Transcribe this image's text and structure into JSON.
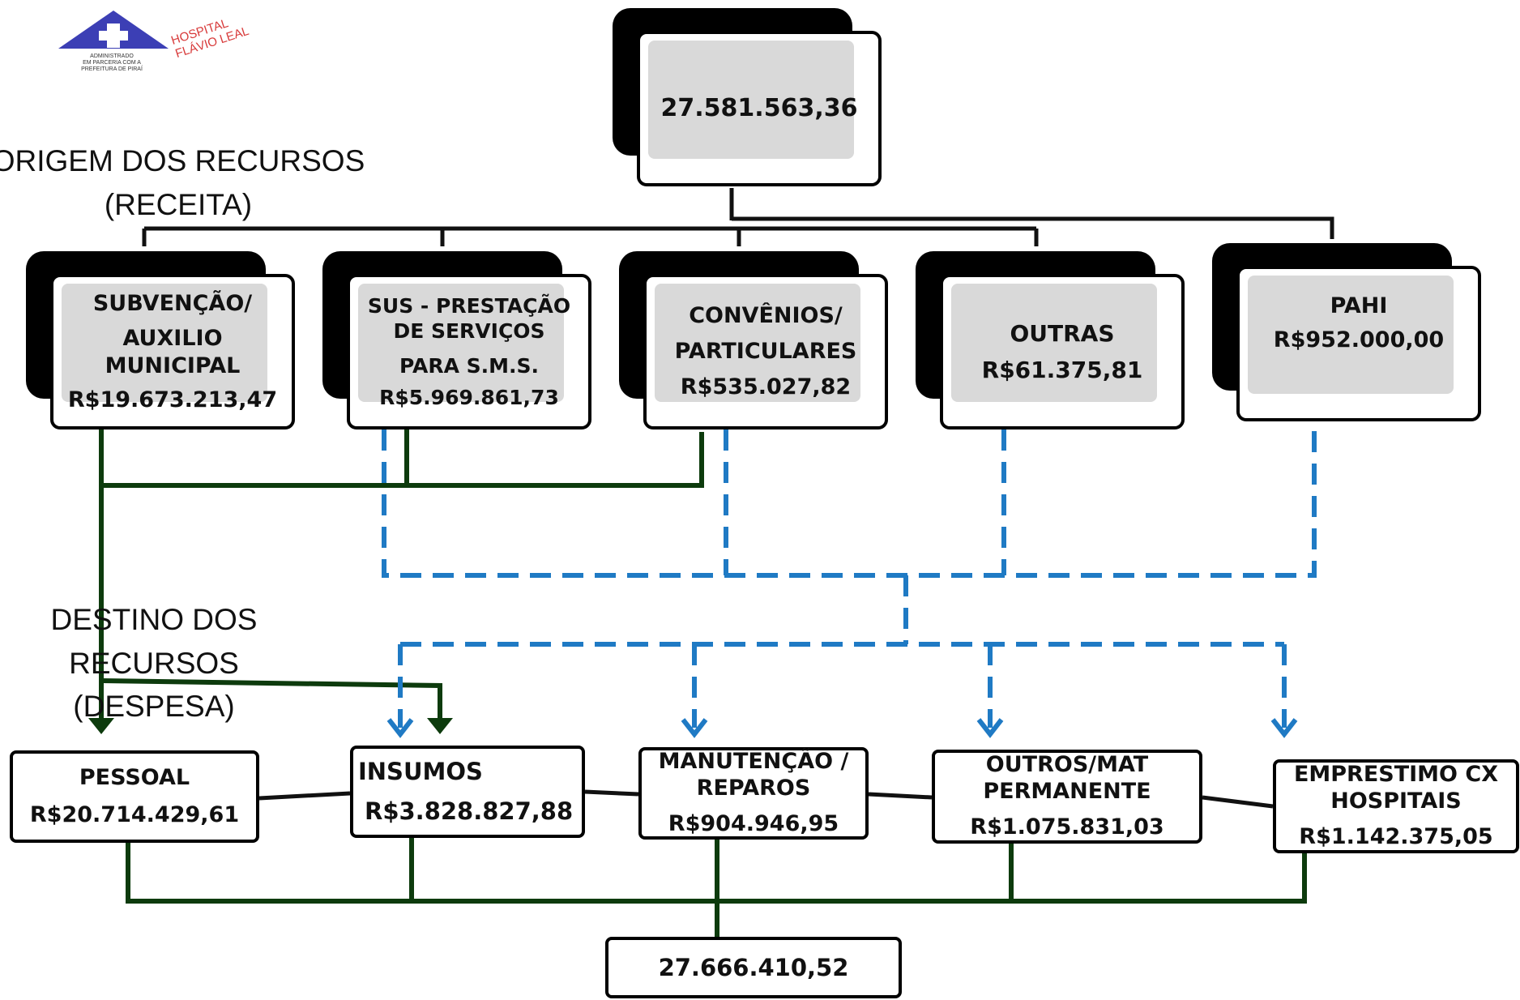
{
  "logo": {
    "name": "HOSPITAL FLÁVIO LEAL",
    "tagline": [
      "ADMINISTRADO",
      "EM PARCERIA COM A",
      "PREFEITURA DE PIRAÍ"
    ]
  },
  "top_total": "27.581.563,36",
  "origin_heading": [
    "ORIGEM DOS RECURSOS",
    "(RECEITA)"
  ],
  "destination_heading": [
    "DESTINO DOS",
    "RECURSOS",
    "(DESPESA)"
  ],
  "sources": [
    {
      "lines": [
        "SUBVENÇÃO/",
        "AUXILIO",
        "MUNICIPAL"
      ],
      "value": "R$19.673.213,47"
    },
    {
      "lines": [
        "SUS - PRESTAÇÃO",
        "DE SERVIÇOS",
        "PARA S.M.S."
      ],
      "value": "R$5.969.861,73"
    },
    {
      "lines": [
        "CONVÊNIOS/",
        "PARTICULARES"
      ],
      "value": "R$535.027,82"
    },
    {
      "lines": [
        "OUTRAS"
      ],
      "value": "R$61.375,81"
    },
    {
      "lines": [
        "PAHI"
      ],
      "value": "R$952.000,00"
    }
  ],
  "expenses": [
    {
      "lines": [
        "PESSOAL"
      ],
      "value": "R$20.714.429,61"
    },
    {
      "lines": [
        "INSUMOS"
      ],
      "value": "R$3.828.827,88"
    },
    {
      "lines": [
        "MANUTENÇÃO /",
        "REPAROS"
      ],
      "value": "R$904.946,95"
    },
    {
      "lines": [
        "OUTROS/MAT",
        "PERMANENTE"
      ],
      "value": "R$1.075.831,03"
    },
    {
      "lines": [
        "EMPRESTIMO CX",
        "HOSPITAIS"
      ],
      "value": "R$1.142.375,05"
    }
  ],
  "bottom_total": "27.666.410,52",
  "colors": {
    "green_flow": "#0d3b0d",
    "blue_flow": "#1f7ac4",
    "logo_blue": "#3c3fb5",
    "logo_red": "#d83a3a"
  }
}
